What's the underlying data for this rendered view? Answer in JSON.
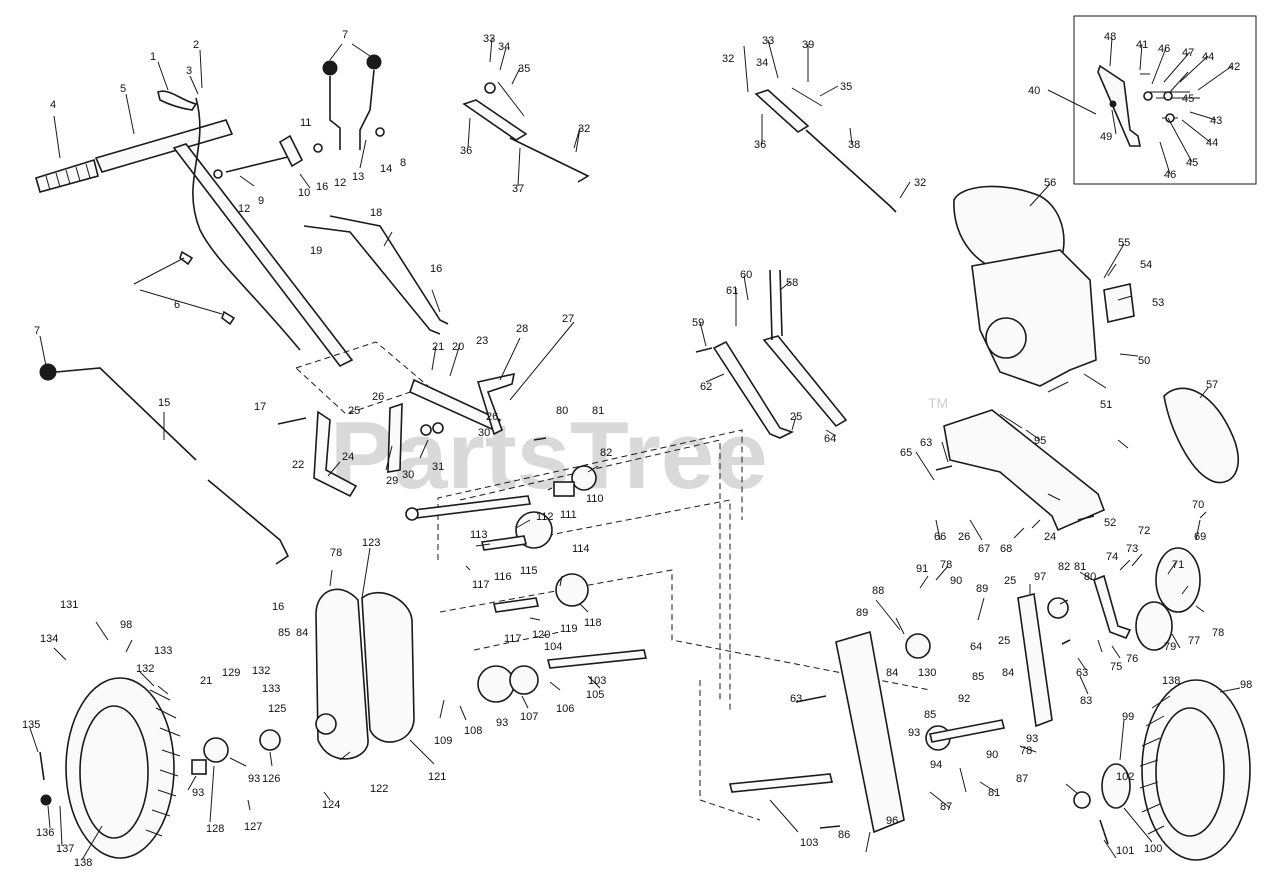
{
  "diagram": {
    "watermark": "PartsTree",
    "trademark": "TM",
    "labels": [
      {
        "id": "l1",
        "text": "1"
      },
      {
        "id": "l2",
        "text": "2"
      },
      {
        "id": "l3",
        "text": "3"
      },
      {
        "id": "l4",
        "text": "4"
      },
      {
        "id": "l5",
        "text": "5"
      },
      {
        "id": "l6",
        "text": "6"
      },
      {
        "id": "l7a",
        "text": "7"
      },
      {
        "id": "l7b",
        "text": "7"
      },
      {
        "id": "l8",
        "text": "8"
      },
      {
        "id": "l9",
        "text": "9"
      },
      {
        "id": "l10",
        "text": "10"
      },
      {
        "id": "l11",
        "text": "11"
      },
      {
        "id": "l12a",
        "text": "12"
      },
      {
        "id": "l12b",
        "text": "12"
      },
      {
        "id": "l13",
        "text": "13"
      },
      {
        "id": "l14",
        "text": "14"
      },
      {
        "id": "l15",
        "text": "15"
      },
      {
        "id": "l16a",
        "text": "16"
      },
      {
        "id": "l16b",
        "text": "16"
      },
      {
        "id": "l16c",
        "text": "16"
      },
      {
        "id": "l17",
        "text": "17"
      },
      {
        "id": "l18",
        "text": "18"
      },
      {
        "id": "l19",
        "text": "19"
      },
      {
        "id": "l20",
        "text": "20"
      },
      {
        "id": "l21a",
        "text": "21"
      },
      {
        "id": "l21b",
        "text": "21"
      },
      {
        "id": "l22",
        "text": "22"
      },
      {
        "id": "l23",
        "text": "23"
      },
      {
        "id": "l24a",
        "text": "24"
      },
      {
        "id": "l24b",
        "text": "24"
      },
      {
        "id": "l25a",
        "text": "25"
      },
      {
        "id": "l25b",
        "text": "25"
      },
      {
        "id": "l25c",
        "text": "25"
      },
      {
        "id": "l25d",
        "text": "25"
      },
      {
        "id": "l26a",
        "text": "26"
      },
      {
        "id": "l26b",
        "text": "26"
      },
      {
        "id": "l26c",
        "text": "26"
      },
      {
        "id": "l27",
        "text": "27"
      },
      {
        "id": "l28",
        "text": "28"
      },
      {
        "id": "l29",
        "text": "29"
      },
      {
        "id": "l30a",
        "text": "30"
      },
      {
        "id": "l30b",
        "text": "30"
      },
      {
        "id": "l31",
        "text": "31"
      },
      {
        "id": "l32a",
        "text": "32"
      },
      {
        "id": "l32b",
        "text": "32"
      },
      {
        "id": "l32c",
        "text": "32"
      },
      {
        "id": "l33a",
        "text": "33"
      },
      {
        "id": "l33b",
        "text": "33"
      },
      {
        "id": "l34a",
        "text": "34"
      },
      {
        "id": "l34b",
        "text": "34"
      },
      {
        "id": "l35a",
        "text": "35"
      },
      {
        "id": "l35b",
        "text": "35"
      },
      {
        "id": "l36a",
        "text": "36"
      },
      {
        "id": "l36b",
        "text": "36"
      },
      {
        "id": "l37",
        "text": "37"
      },
      {
        "id": "l38",
        "text": "38"
      },
      {
        "id": "l39",
        "text": "39"
      },
      {
        "id": "l40",
        "text": "40"
      },
      {
        "id": "l41",
        "text": "41"
      },
      {
        "id": "l42",
        "text": "42"
      },
      {
        "id": "l43",
        "text": "43"
      },
      {
        "id": "l44a",
        "text": "44"
      },
      {
        "id": "l44b",
        "text": "44"
      },
      {
        "id": "l45a",
        "text": "45"
      },
      {
        "id": "l45b",
        "text": "45"
      },
      {
        "id": "l46a",
        "text": "46"
      },
      {
        "id": "l46b",
        "text": "46"
      },
      {
        "id": "l47",
        "text": "47"
      },
      {
        "id": "l48",
        "text": "48"
      },
      {
        "id": "l49",
        "text": "49"
      },
      {
        "id": "l50",
        "text": "50"
      },
      {
        "id": "l51",
        "text": "51"
      },
      {
        "id": "l52",
        "text": "52"
      },
      {
        "id": "l53",
        "text": "53"
      },
      {
        "id": "l54",
        "text": "54"
      },
      {
        "id": "l55",
        "text": "55"
      },
      {
        "id": "l56",
        "text": "56"
      },
      {
        "id": "l57",
        "text": "57"
      },
      {
        "id": "l58",
        "text": "58"
      },
      {
        "id": "l59",
        "text": "59"
      },
      {
        "id": "l60",
        "text": "60"
      },
      {
        "id": "l61",
        "text": "61"
      },
      {
        "id": "l62",
        "text": "62"
      },
      {
        "id": "l63a",
        "text": "63"
      },
      {
        "id": "l63b",
        "text": "63"
      },
      {
        "id": "l63c",
        "text": "63"
      },
      {
        "id": "l64a",
        "text": "64"
      },
      {
        "id": "l64b",
        "text": "64"
      },
      {
        "id": "l65",
        "text": "65"
      },
      {
        "id": "l66",
        "text": "66"
      },
      {
        "id": "l67",
        "text": "67"
      },
      {
        "id": "l68",
        "text": "68"
      },
      {
        "id": "l69",
        "text": "69"
      },
      {
        "id": "l70",
        "text": "70"
      },
      {
        "id": "l71",
        "text": "71"
      },
      {
        "id": "l72",
        "text": "72"
      },
      {
        "id": "l73",
        "text": "73"
      },
      {
        "id": "l74",
        "text": "74"
      },
      {
        "id": "l75",
        "text": "75"
      },
      {
        "id": "l76",
        "text": "76"
      },
      {
        "id": "l77",
        "text": "77"
      },
      {
        "id": "l78a",
        "text": "78"
      },
      {
        "id": "l78b",
        "text": "78"
      },
      {
        "id": "l78c",
        "text": "78"
      },
      {
        "id": "l78d",
        "text": "78"
      },
      {
        "id": "l79",
        "text": "79"
      },
      {
        "id": "l80a",
        "text": "80"
      },
      {
        "id": "l80b",
        "text": "80"
      },
      {
        "id": "l81a",
        "text": "81"
      },
      {
        "id": "l81b",
        "text": "81"
      },
      {
        "id": "l81c",
        "text": "81"
      },
      {
        "id": "l82a",
        "text": "82"
      },
      {
        "id": "l82b",
        "text": "82"
      },
      {
        "id": "l83",
        "text": "83"
      },
      {
        "id": "l84a",
        "text": "84"
      },
      {
        "id": "l84b",
        "text": "84"
      },
      {
        "id": "l84c",
        "text": "84"
      },
      {
        "id": "l85a",
        "text": "85"
      },
      {
        "id": "l85b",
        "text": "85"
      },
      {
        "id": "l85c",
        "text": "85"
      },
      {
        "id": "l86",
        "text": "86"
      },
      {
        "id": "l87a",
        "text": "87"
      },
      {
        "id": "l87b",
        "text": "87"
      },
      {
        "id": "l88",
        "text": "88"
      },
      {
        "id": "l89a",
        "text": "89"
      },
      {
        "id": "l89b",
        "text": "89"
      },
      {
        "id": "l90a",
        "text": "90"
      },
      {
        "id": "l90b",
        "text": "90"
      },
      {
        "id": "l91",
        "text": "91"
      },
      {
        "id": "l92",
        "text": "92"
      },
      {
        "id": "l93a",
        "text": "93"
      },
      {
        "id": "l93b",
        "text": "93"
      },
      {
        "id": "l93c",
        "text": "93"
      },
      {
        "id": "l93d",
        "text": "93"
      },
      {
        "id": "l93e",
        "text": "93"
      },
      {
        "id": "l94",
        "text": "94"
      },
      {
        "id": "l95",
        "text": "95"
      },
      {
        "id": "l96",
        "text": "96"
      },
      {
        "id": "l97",
        "text": "97"
      },
      {
        "id": "l98a",
        "text": "98"
      },
      {
        "id": "l98b",
        "text": "98"
      },
      {
        "id": "l99",
        "text": "99"
      },
      {
        "id": "l100",
        "text": "100"
      },
      {
        "id": "l101",
        "text": "101"
      },
      {
        "id": "l102",
        "text": "102"
      },
      {
        "id": "l103a",
        "text": "103"
      },
      {
        "id": "l103b",
        "text": "103"
      },
      {
        "id": "l104",
        "text": "104"
      },
      {
        "id": "l105",
        "text": "105"
      },
      {
        "id": "l106",
        "text": "106"
      },
      {
        "id": "l107",
        "text": "107"
      },
      {
        "id": "l108",
        "text": "108"
      },
      {
        "id": "l109",
        "text": "109"
      },
      {
        "id": "l110",
        "text": "110"
      },
      {
        "id": "l111",
        "text": "111"
      },
      {
        "id": "l112",
        "text": "112"
      },
      {
        "id": "l113",
        "text": "113"
      },
      {
        "id": "l114",
        "text": "114"
      },
      {
        "id": "l115",
        "text": "115"
      },
      {
        "id": "l116",
        "text": "116"
      },
      {
        "id": "l117a",
        "text": "117"
      },
      {
        "id": "l117b",
        "text": "117"
      },
      {
        "id": "l118",
        "text": "118"
      },
      {
        "id": "l119",
        "text": "119"
      },
      {
        "id": "l120",
        "text": "120"
      },
      {
        "id": "l121",
        "text": "121"
      },
      {
        "id": "l122",
        "text": "122"
      },
      {
        "id": "l123",
        "text": "123"
      },
      {
        "id": "l124",
        "text": "124"
      },
      {
        "id": "l125",
        "text": "125"
      },
      {
        "id": "l126",
        "text": "126"
      },
      {
        "id": "l127",
        "text": "127"
      },
      {
        "id": "l128",
        "text": "128"
      },
      {
        "id": "l129",
        "text": "129"
      },
      {
        "id": "l130",
        "text": "130"
      },
      {
        "id": "l131",
        "text": "131"
      },
      {
        "id": "l132a",
        "text": "132"
      },
      {
        "id": "l132b",
        "text": "132"
      },
      {
        "id": "l133a",
        "text": "133"
      },
      {
        "id": "l133b",
        "text": "133"
      },
      {
        "id": "l134",
        "text": "134"
      },
      {
        "id": "l135",
        "text": "135"
      },
      {
        "id": "l136",
        "text": "136"
      },
      {
        "id": "l137",
        "text": "137"
      },
      {
        "id": "l138a",
        "text": "138"
      },
      {
        "id": "l138b",
        "text": "138"
      }
    ]
  }
}
